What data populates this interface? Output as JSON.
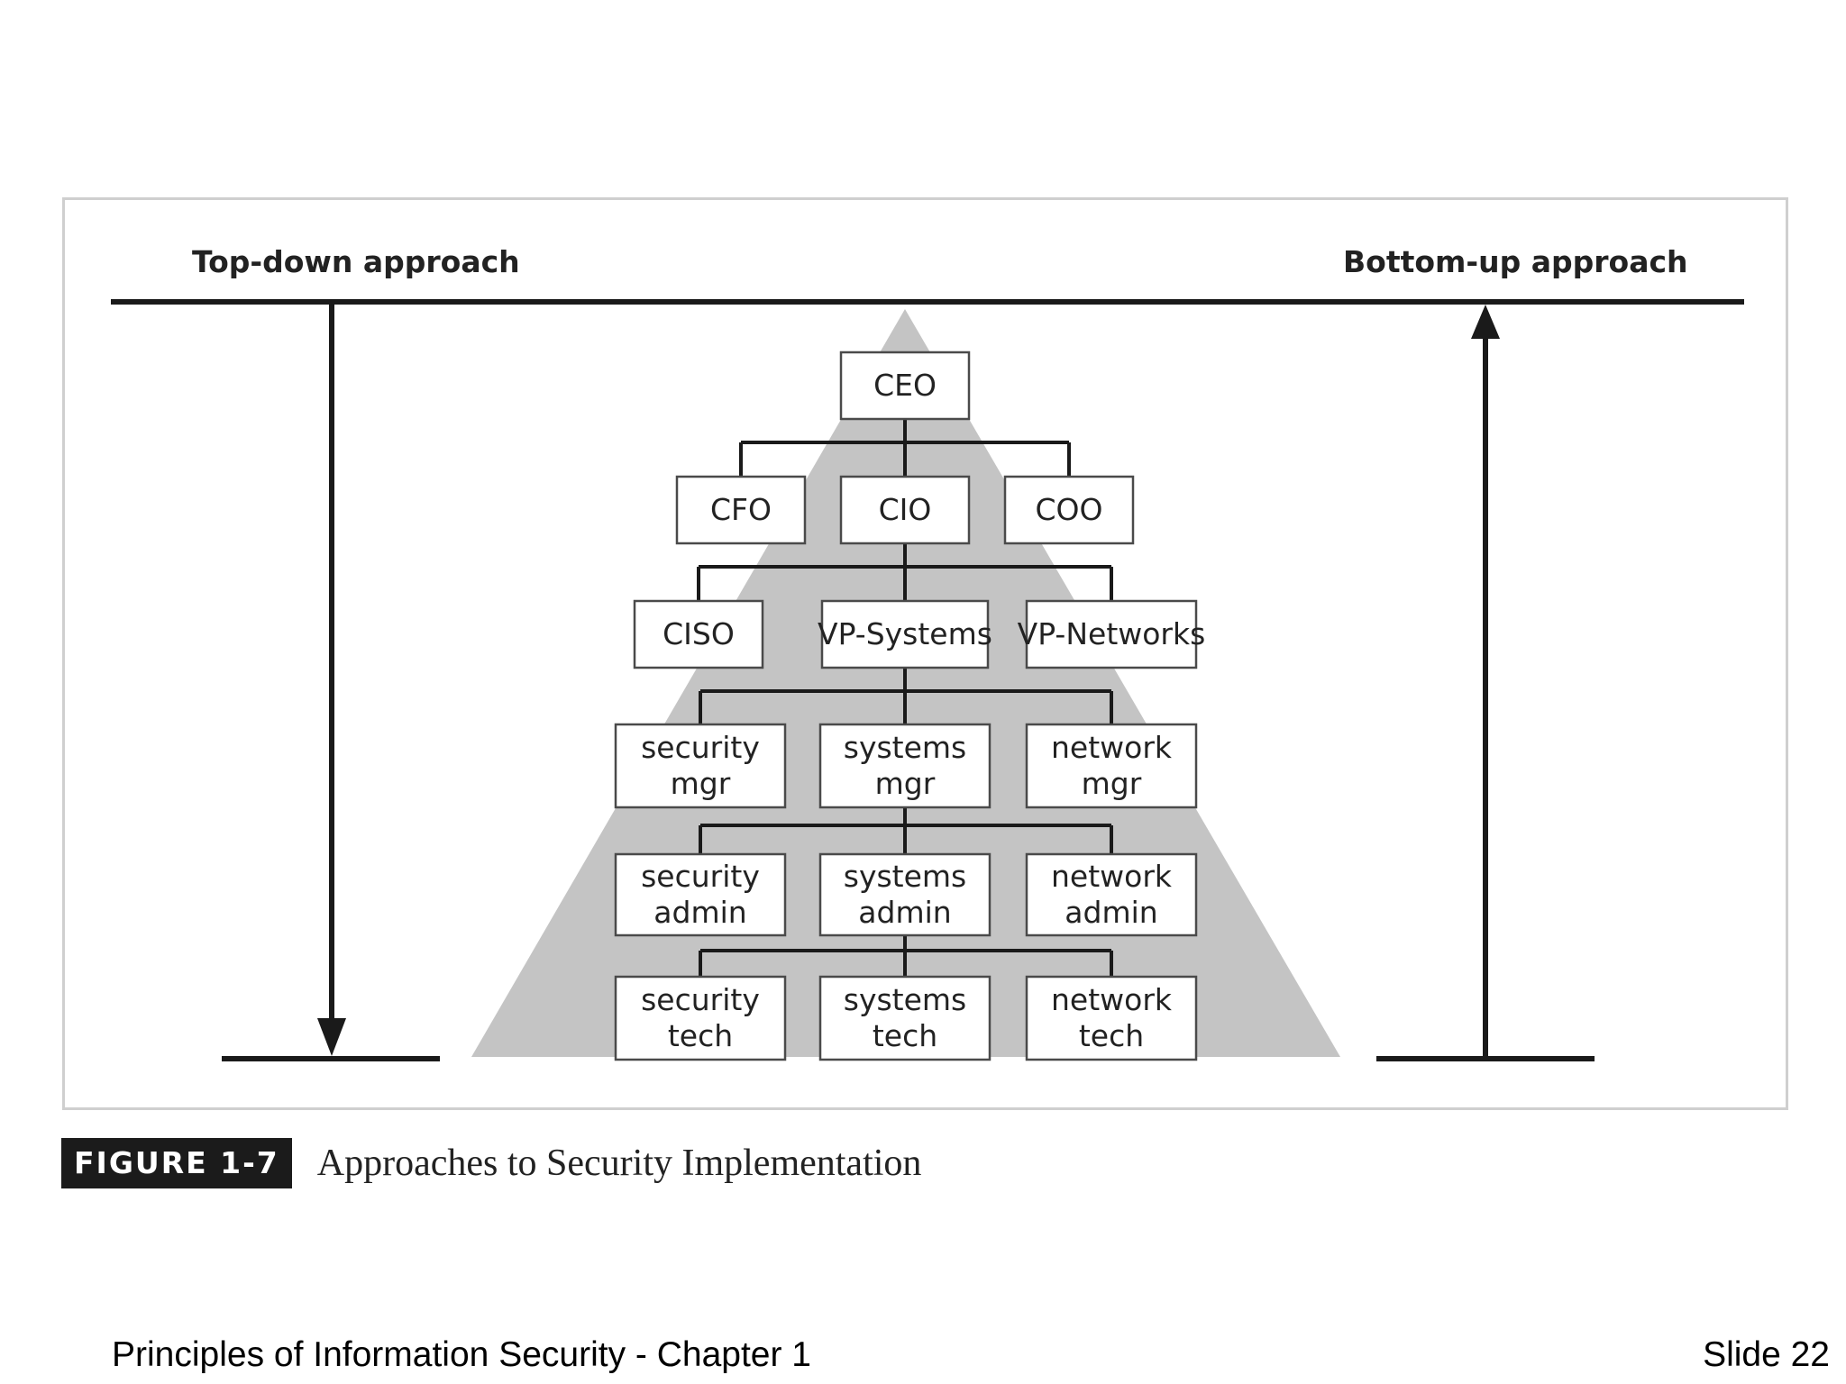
{
  "diagram": {
    "top_down_label": "Top-down approach",
    "bottom_up_label": "Bottom-up approach",
    "levels": [
      [
        [
          "CEO"
        ]
      ],
      [
        [
          "CFO"
        ],
        [
          "CIO"
        ],
        [
          "COO"
        ]
      ],
      [
        [
          "CISO"
        ],
        [
          "VP-Systems"
        ],
        [
          "VP-Networks"
        ]
      ],
      [
        [
          "security",
          "mgr"
        ],
        [
          "systems",
          "mgr"
        ],
        [
          "network",
          "mgr"
        ]
      ],
      [
        [
          "security",
          "admin"
        ],
        [
          "systems",
          "admin"
        ],
        [
          "network",
          "admin"
        ]
      ],
      [
        [
          "security",
          "tech"
        ],
        [
          "systems",
          "tech"
        ],
        [
          "network",
          "tech"
        ]
      ]
    ],
    "colors": {
      "pyramid": "#c4c4c4",
      "lines": "#1a1a1a",
      "box_fill": "#ffffff"
    }
  },
  "caption": {
    "tag": "FIGURE 1-7",
    "text": "Approaches to Security Implementation"
  },
  "footer": {
    "left": "Principles of Information Security - Chapter 1",
    "right": "Slide 22"
  }
}
